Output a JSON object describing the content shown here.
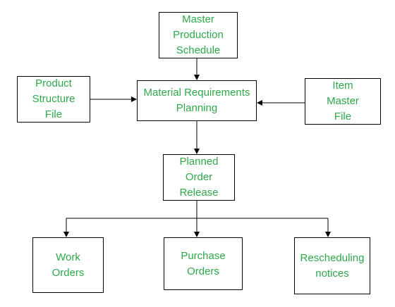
{
  "diagram": {
    "colors": {
      "text": "#2ea84a",
      "border": "#000000",
      "line": "#000000",
      "background": "#ffffff"
    },
    "nodes": {
      "master_production_schedule": "Master\nProduction\nSchedule",
      "material_requirements_planning": "Material Requirements\nPlanning",
      "product_structure_file": "Product\nStructure\nFile",
      "item_master_file": "Item\nMaster\nFile",
      "planned_order_release": "Planned\nOrder\nRelease",
      "work_orders": "Work\nOrders",
      "purchase_orders": "Purchase\nOrders",
      "rescheduling_notices": "Rescheduling\nnotices"
    },
    "edges": [
      {
        "from": "master_production_schedule",
        "to": "material_requirements_planning"
      },
      {
        "from": "product_structure_file",
        "to": "material_requirements_planning"
      },
      {
        "from": "item_master_file",
        "to": "material_requirements_planning"
      },
      {
        "from": "material_requirements_planning",
        "to": "planned_order_release"
      },
      {
        "from": "planned_order_release",
        "to": "work_orders"
      },
      {
        "from": "planned_order_release",
        "to": "purchase_orders"
      },
      {
        "from": "planned_order_release",
        "to": "rescheduling_notices"
      }
    ]
  }
}
